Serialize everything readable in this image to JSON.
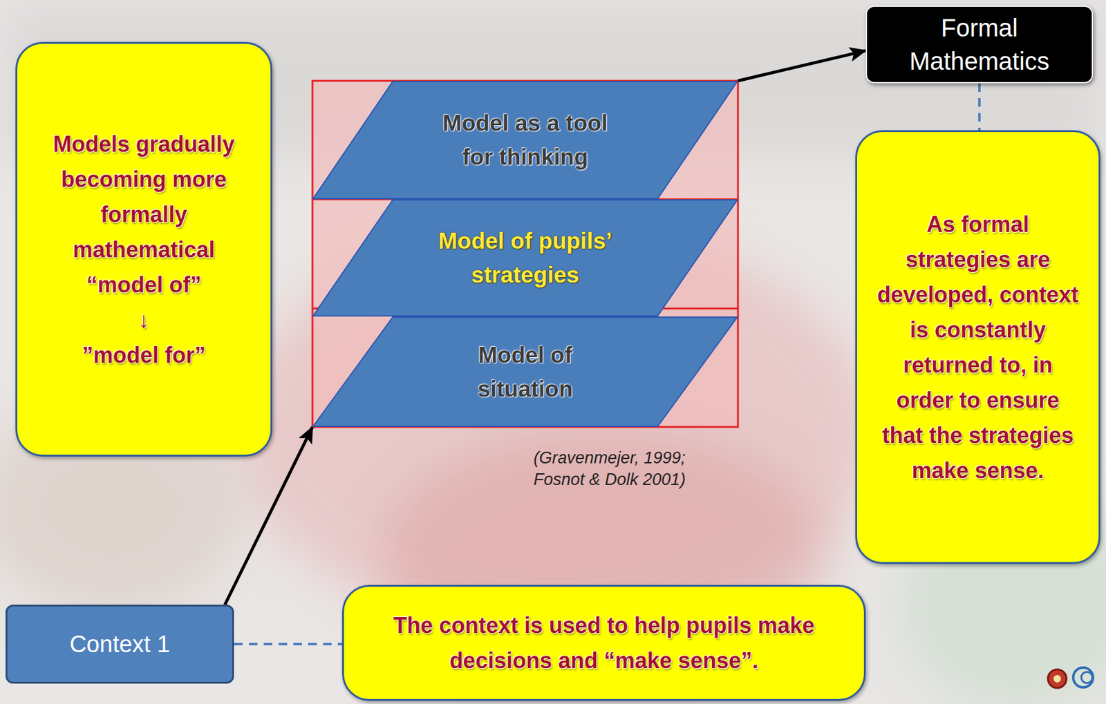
{
  "diagram": {
    "nodes": [
      {
        "text": [
          "Models gradually becoming more formally mathematical",
          "“model of”",
          "↓",
          "”model for”"
        ]
      },
      {
        "text": [
          "Model as a tool for thinking"
        ]
      },
      {
        "text": [
          "Formal Mathematics"
        ]
      },
      {
        "text": [
          "Model of pupils’ strategies"
        ]
      },
      {
        "text": [
          "Model of situation"
        ]
      },
      {
        "text": [
          "As formal strategies are developed, context is constantly returned to, in order to ensure that the strategies make sense."
        ]
      },
      {
        "text": [
          "Context 1"
        ]
      },
      {
        "text": [
          "The context is used to help pupils make decisions and “make sense”."
        ]
      }
    ],
    "edges": [
      {
        "from": 6,
        "to": 4,
        "arrow": "to"
      },
      {
        "from": 1,
        "to": 2,
        "arrow": "to"
      },
      {
        "from": 2,
        "to": 5,
        "arrow": "none"
      },
      {
        "from": 6,
        "to": 7,
        "arrow": "none"
      }
    ],
    "labels": [
      "(Gravenmejer, 1999; Fosnot & Dolk 2001)"
    ]
  }
}
